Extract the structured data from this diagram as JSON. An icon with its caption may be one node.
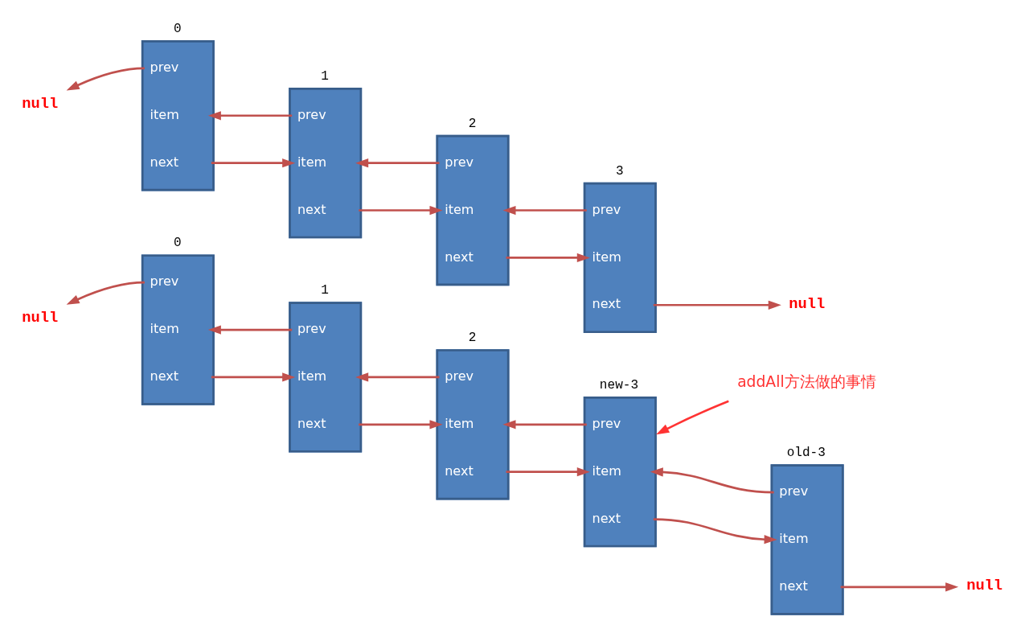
{
  "diagram": {
    "nodes": [
      {
        "text": [
          "null"
        ]
      },
      {
        "text": [
          "prev",
          "item",
          "next"
        ],
        "beside": [
          "0"
        ]
      },
      {
        "text": [
          "prev",
          "item",
          "next"
        ],
        "beside": [
          "1"
        ]
      },
      {
        "text": [
          "prev",
          "item",
          "next"
        ],
        "beside": [
          "2"
        ]
      },
      {
        "text": [
          "prev",
          "item",
          "next"
        ],
        "beside": [
          "3"
        ]
      },
      {
        "text": [
          "null"
        ]
      },
      {
        "text": [
          "null"
        ]
      },
      {
        "text": [
          "prev",
          "item",
          "next"
        ],
        "beside": [
          "0"
        ]
      },
      {
        "text": [
          "prev",
          "item",
          "next"
        ],
        "beside": [
          "1"
        ]
      },
      {
        "text": [
          "prev",
          "item",
          "next"
        ],
        "beside": [
          "2"
        ]
      },
      {
        "text": [
          "prev",
          "item",
          "next"
        ],
        "beside": [
          "new-3"
        ]
      },
      {
        "text": [
          "prev",
          "item",
          "next"
        ],
        "beside": [
          "old-3"
        ]
      },
      {
        "text": [
          "null"
        ]
      },
      {
        "text": [
          "addAll方法做的事情"
        ]
      }
    ],
    "edges": [
      {
        "from": 1,
        "to": 0,
        "arrow": "to"
      },
      {
        "from": 2,
        "to": 1,
        "arrow": "to"
      },
      {
        "from": 1,
        "to": 2,
        "arrow": "to"
      },
      {
        "from": 3,
        "to": 2,
        "arrow": "to"
      },
      {
        "from": 2,
        "to": 3,
        "arrow": "to"
      },
      {
        "from": 4,
        "to": 3,
        "arrow": "to"
      },
      {
        "from": 3,
        "to": 4,
        "arrow": "to"
      },
      {
        "from": 4,
        "to": 5,
        "arrow": "to"
      },
      {
        "from": 7,
        "to": 6,
        "arrow": "to"
      },
      {
        "from": 8,
        "to": 7,
        "arrow": "to"
      },
      {
        "from": 7,
        "to": 8,
        "arrow": "to"
      },
      {
        "from": 9,
        "to": 8,
        "arrow": "to"
      },
      {
        "from": 8,
        "to": 9,
        "arrow": "to"
      },
      {
        "from": 10,
        "to": 9,
        "arrow": "to"
      },
      {
        "from": 9,
        "to": 10,
        "arrow": "to"
      },
      {
        "from": 11,
        "to": 10,
        "arrow": "to"
      },
      {
        "from": 10,
        "to": 11,
        "arrow": "to"
      },
      {
        "from": 11,
        "to": 12,
        "arrow": "to"
      },
      {
        "from": 13,
        "to": 10,
        "arrow": "to",
        "color": "#ff3333"
      }
    ]
  }
}
